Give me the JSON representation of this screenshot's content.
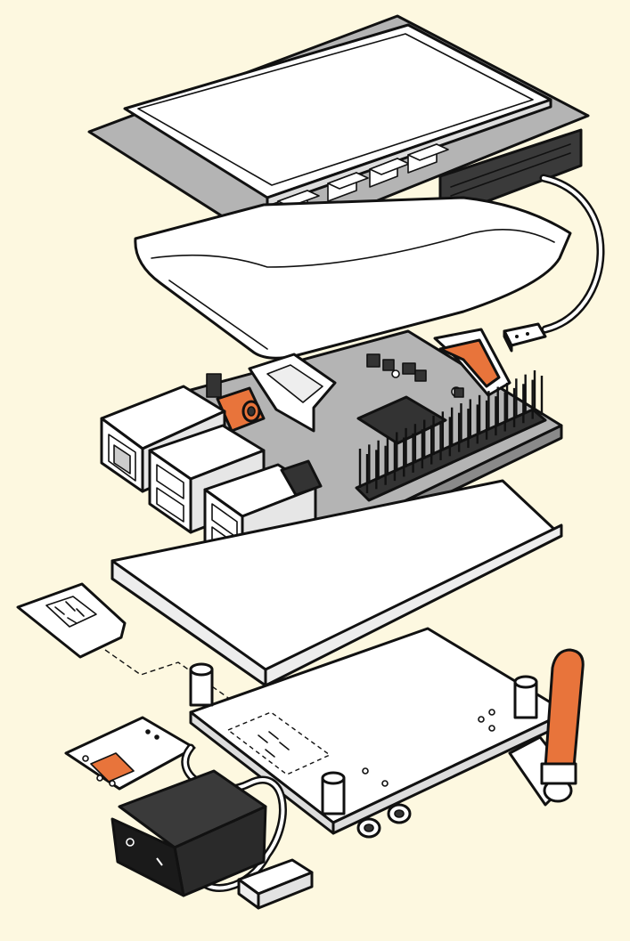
{
  "illustration": {
    "kind": "exploded assembly view",
    "components": [
      "touchscreen-display",
      "display-ribbon-connector",
      "lipo-battery-pack",
      "battery-jst-connector",
      "single-board-computer",
      "ethernet-port",
      "usb-port",
      "audio-jack",
      "gpio-header",
      "soc-chip",
      "insulating-spacer-sheet",
      "sim-card",
      "cellular-modem-board",
      "antenna",
      "power-switch",
      "charger-module"
    ],
    "colors": {
      "background": "#fdf8e0",
      "outline": "#111111",
      "part_light": "#ffffff",
      "part_grey": "#b4b4b4",
      "part_dark": "#3a3a3a",
      "accent": "#e8743b"
    }
  }
}
